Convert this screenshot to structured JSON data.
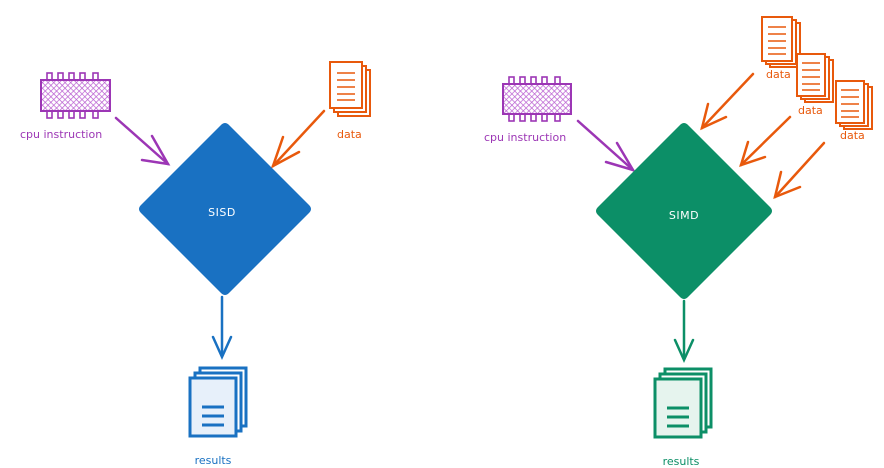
{
  "colors": {
    "instruction": "#9c36b5",
    "data": "#e8590c",
    "sisd": "#1971c2",
    "simd": "#0c8f67",
    "sisd_results_fill": "#e7f0fa",
    "simd_results_fill": "#e6f4ee"
  },
  "left": {
    "instruction_label": "cpu instruction",
    "data_label": "data",
    "core_label": "SISD",
    "results_label": "results"
  },
  "right": {
    "instruction_label": "cpu instruction",
    "data_labels": [
      "data",
      "data",
      "data"
    ],
    "core_label": "SIMD",
    "results_label": "results"
  }
}
